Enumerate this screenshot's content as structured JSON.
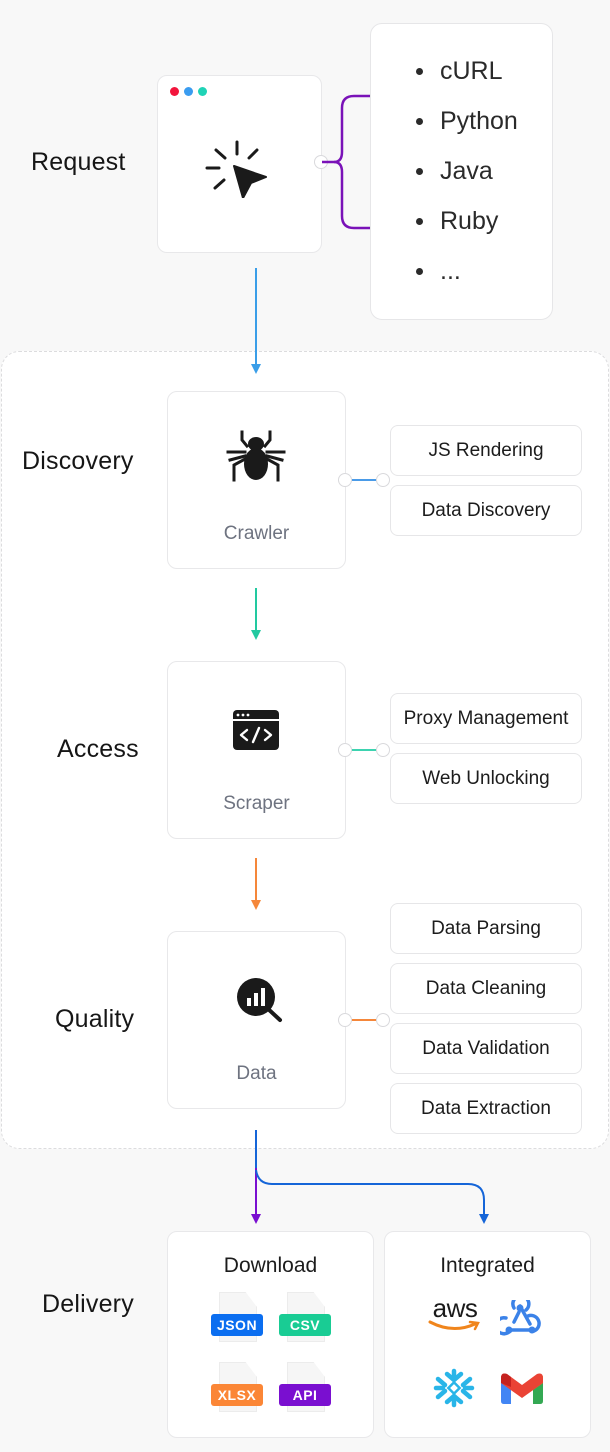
{
  "stages": {
    "request": "Request",
    "discovery": "Discovery",
    "access": "Access",
    "quality": "Quality",
    "delivery": "Delivery"
  },
  "request_card": {
    "window_dots": [
      "#f2153c",
      "#3a9cf0",
      "#1fd3b6"
    ],
    "icon": "cursor-click-icon"
  },
  "languages": [
    "cURL",
    "Python",
    "Java",
    "Ruby",
    "..."
  ],
  "nodes": {
    "crawler": {
      "label": "Crawler",
      "icon": "spider-icon",
      "connector_color": "#4a9be8"
    },
    "scraper": {
      "label": "Scraper",
      "icon": "code-window-icon",
      "connector_color": "#3dd3b0"
    },
    "data": {
      "label": "Data",
      "icon": "analytics-search-icon",
      "connector_color": "#f5873a"
    }
  },
  "features": {
    "discovery": [
      "JS Rendering",
      "Data Discovery"
    ],
    "access": [
      "Proxy Management",
      "Web Unlocking"
    ],
    "quality": [
      "Data Parsing",
      "Data Cleaning",
      "Data Validation",
      "Data Extraction"
    ]
  },
  "delivery": {
    "download": {
      "title": "Download",
      "formats": [
        {
          "label": "JSON",
          "color": "#0b6ef0"
        },
        {
          "label": "CSV",
          "color": "#19cc94"
        },
        {
          "label": "XLSX",
          "color": "#fb8636"
        },
        {
          "label": "API",
          "color": "#7a0fd0"
        }
      ]
    },
    "integrated": {
      "title": "Integrated",
      "integrations": [
        "aws",
        "webhook",
        "snowflake",
        "gmail"
      ],
      "aws_text": "aws"
    }
  },
  "colors": {
    "arrow_request": "#3a9ee8",
    "arrow_discovery": "#22c9a0",
    "arrow_access": "#f5873a",
    "arrow_download": "#7a0fd0",
    "arrow_integrated": "#1565d8",
    "brace": "#7a12b8"
  }
}
